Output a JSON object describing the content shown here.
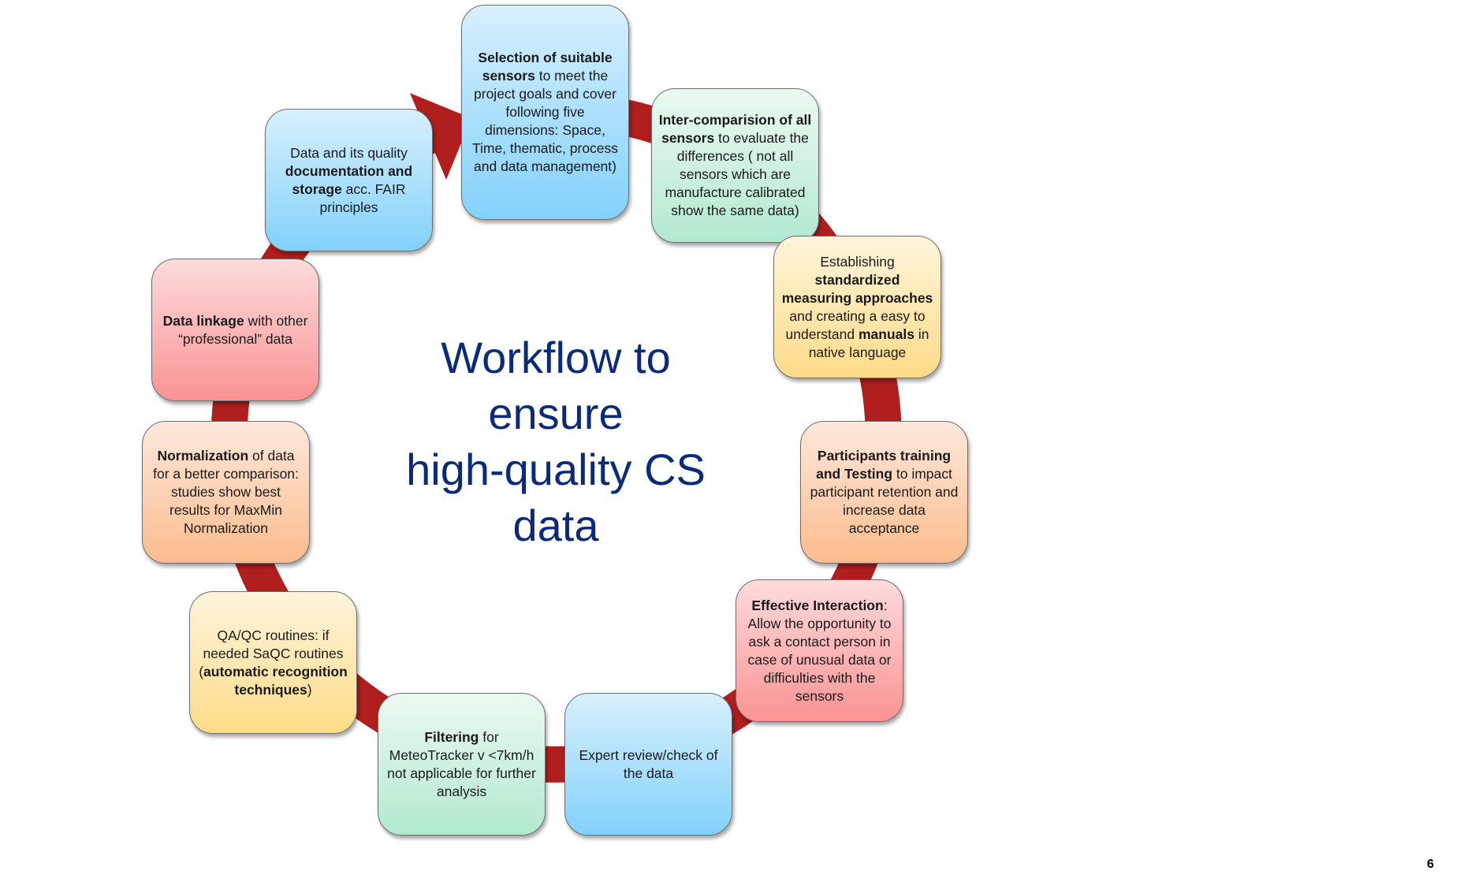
{
  "title_lines": [
    "Workflow to",
    "ensure",
    "high-quality CS",
    "data"
  ],
  "page_number": "6",
  "colors": {
    "ring": "#b01e1e",
    "title": "#0b2a7a"
  },
  "steps": [
    {
      "color": "blue",
      "parts": [
        {
          "text": "Selection of suitable sensors",
          "bold": true
        },
        {
          "text": " to meet the project goals and cover following five dimensions: Space, Time, thematic, process and data management)",
          "bold": false
        }
      ]
    },
    {
      "color": "green",
      "parts": [
        {
          "text": "Inter-comparision of all sensors",
          "bold": true
        },
        {
          "text": " to evaluate the differences ( not all sensors which are manufacture calibrated show the same data)",
          "bold": false
        }
      ]
    },
    {
      "color": "yellow",
      "parts": [
        {
          "text": "Establishing ",
          "bold": false
        },
        {
          "text": "standardized measuring approaches",
          "bold": true
        },
        {
          "text": " and creating a easy to understand ",
          "bold": false
        },
        {
          "text": "manuals",
          "bold": true
        },
        {
          "text": " in native language",
          "bold": false
        }
      ]
    },
    {
      "color": "orange",
      "parts": [
        {
          "text": "Participants training and Testing",
          "bold": true
        },
        {
          "text": " to impact participant retention and increase data acceptance",
          "bold": false
        }
      ]
    },
    {
      "color": "pink",
      "parts": [
        {
          "text": "Effective Interaction",
          "bold": true
        },
        {
          "text": ": Allow the opportunity to ask a contact person in case of unusual data or difficulties with the sensors",
          "bold": false
        }
      ]
    },
    {
      "color": "blue",
      "parts": [
        {
          "text": "Expert review/check of the data",
          "bold": false
        }
      ]
    },
    {
      "color": "green",
      "parts": [
        {
          "text": "Filtering",
          "bold": true
        },
        {
          "text": " for MeteoTracker v <7km/h not applicable for further analysis",
          "bold": false
        }
      ]
    },
    {
      "color": "yellow",
      "parts": [
        {
          "text": "QA/QC routines: if needed SaQC routines (",
          "bold": false
        },
        {
          "text": "automatic recognition techniques",
          "bold": true
        },
        {
          "text": ")",
          "bold": false
        }
      ]
    },
    {
      "color": "orange",
      "parts": [
        {
          "text": "Normalization",
          "bold": true
        },
        {
          "text": " of data for a better comparison: studies show best results for MaxMin Normalization",
          "bold": false
        }
      ]
    },
    {
      "color": "pink",
      "parts": [
        {
          "text": "Data linkage",
          "bold": true
        },
        {
          "text": " with other “professional” data",
          "bold": false
        }
      ]
    },
    {
      "color": "blue",
      "parts": [
        {
          "text": "Data and its quality ",
          "bold": false
        },
        {
          "text": "documentation and storage",
          "bold": true
        },
        {
          "text": " acc. FAIR principles",
          "bold": false
        }
      ]
    }
  ]
}
